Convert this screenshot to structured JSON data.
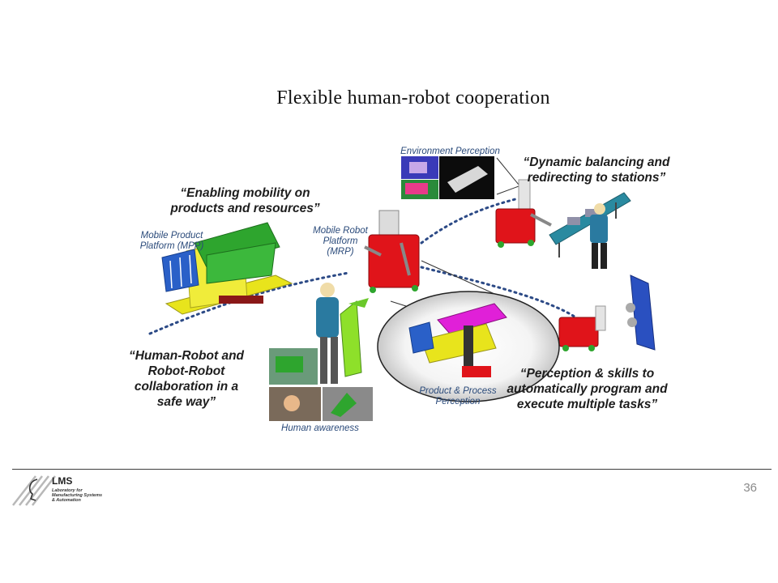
{
  "title": "Flexible human-robot cooperation",
  "quotes": {
    "mobility": "“Enabling mobility on\nproducts and resources”",
    "balancing": "“Dynamic balancing and\nredirecting to stations”",
    "collaboration": "“Human-Robot and\nRobot-Robot\ncollaboration in a\nsafe way”",
    "perception": "“Perception & skills to\nautomatically program and\nexecute multiple tasks”"
  },
  "captions": {
    "mpp": "Mobile Product\nPlatform (MPP)",
    "mrp": "Mobile Robot\nPlatform\n(MRP)",
    "environment": "Environment Perception",
    "product_process": "Product & Process\nPerception",
    "human_awareness": "Human awareness"
  },
  "footer": {
    "page_number": "36",
    "logo_title": "LMS",
    "logo_sub1": "Laboratory for",
    "logo_sub2": "Manufacturing Systems",
    "logo_sub3": "& Automation"
  },
  "colors": {
    "robot_red": "#e0141a",
    "mpp_green": "#2ea52e",
    "mpp_yellow": "#e8e41c",
    "mpp_blue": "#2a60c8",
    "product_magenta": "#e020d8",
    "dotted_line": "#2c4a86",
    "caption_blue": "#2a4a7a",
    "worker_teal": "#2a7aa0"
  }
}
